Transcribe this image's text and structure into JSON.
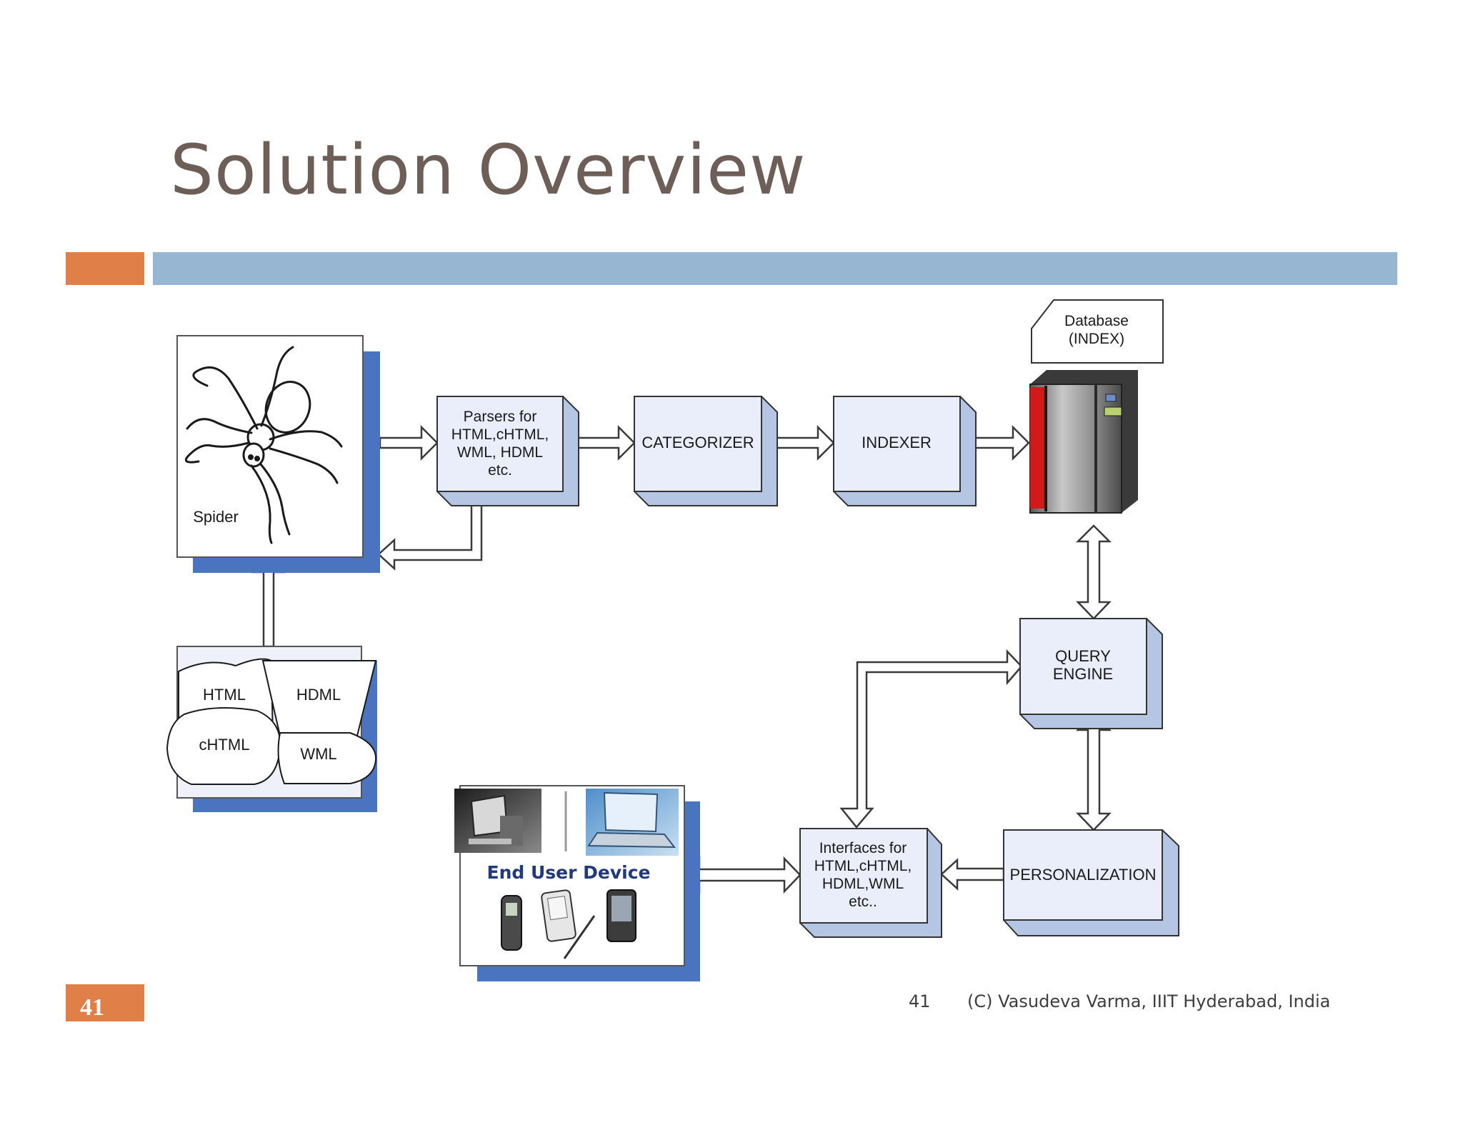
{
  "slide": {
    "title": "Solution Overview",
    "page_number": "41",
    "footer_number": "41",
    "footer_credit": "(C) Vasudeva Varma, IIIT Hyderabad, India"
  },
  "diagram": {
    "spider_label": "Spider",
    "parsers": [
      "Parsers for",
      "HTML,cHTML,",
      "WML, HDML",
      "etc."
    ],
    "categorizer": "CATEGORIZER",
    "indexer": "INDEXER",
    "database": [
      "Database",
      "(INDEX)"
    ],
    "query_engine": [
      "QUERY",
      "ENGINE"
    ],
    "personalization": "PERSONALIZATION",
    "interfaces": [
      "Interfaces for",
      "HTML,cHTML,",
      "HDML,WML",
      "etc.."
    ],
    "end_user_device": "End User Device",
    "formats": {
      "html": "HTML",
      "hdml": "HDML",
      "chtml": "cHTML",
      "wml": "WML"
    }
  },
  "colors": {
    "title": "#6e5e58",
    "accent_orange": "#e07f47",
    "accent_blue": "#97b6d2",
    "box_face": "#e9eefa",
    "box_side": "#b4c6e4",
    "shadow_blue": "#4a74c0",
    "server_red": "#d11a1a"
  }
}
